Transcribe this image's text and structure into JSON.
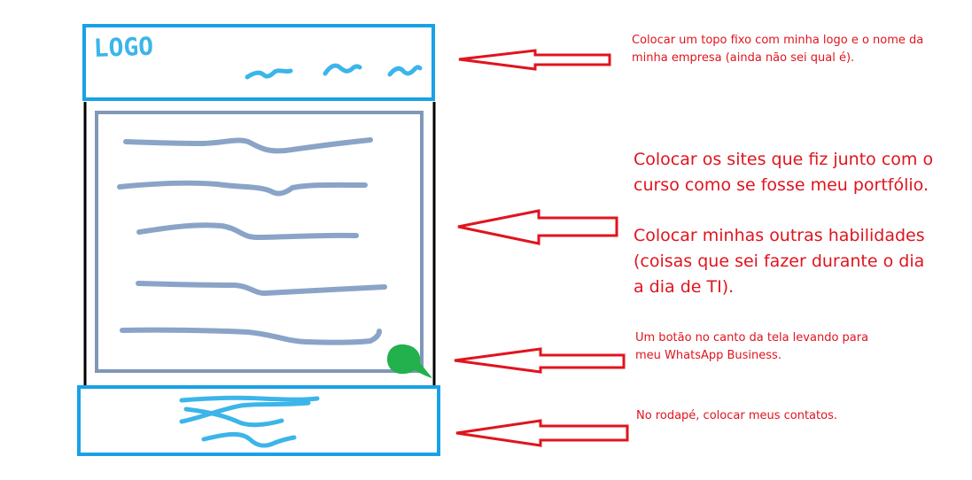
{
  "colors": {
    "annotation_text": "#e0141e",
    "arrow": "#e0141e",
    "header_border": "#1aa1e6",
    "footer_border": "#1aa1e6",
    "content_border": "#7f98b8",
    "scribble_light_blue": "#3bb5ea",
    "scribble_gray_blue": "#8aa4c8",
    "page_outline": "#000000",
    "whatsapp_bubble": "#22b14c"
  },
  "wireframe": {
    "logo_text": "LOGO",
    "icons": {
      "whatsapp_button": "chat-bubble-icon"
    }
  },
  "annotations": {
    "header": "Colocar um topo fixo com minha logo e o nome da\nminha empresa (ainda não sei qual é).",
    "portfolio": "Colocar os sites que fiz junto com o\ncurso como se fosse meu portfólio.",
    "skills": "Colocar minhas outras habilidades\n(coisas que sei fazer durante o dia\na dia de TI).",
    "whatsapp": "Um botão no canto da tela levando para\nmeu WhatsApp Business.",
    "footer": "No rodapé, colocar meus contatos."
  }
}
